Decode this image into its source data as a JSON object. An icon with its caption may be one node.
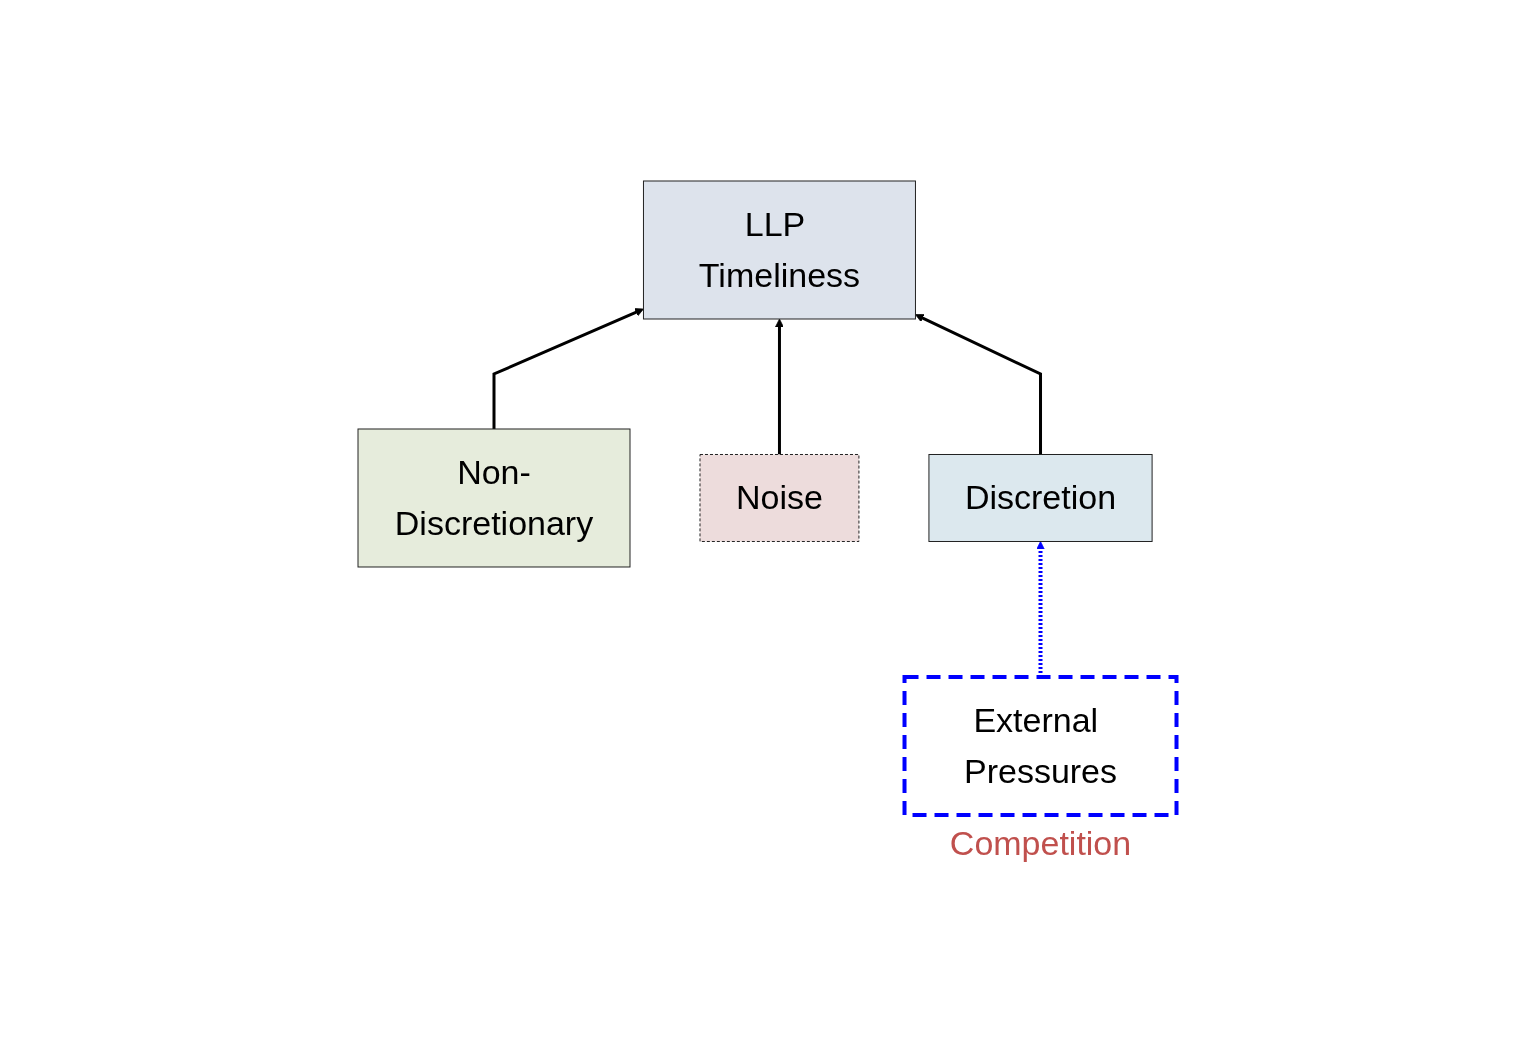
{
  "diagram": {
    "nodes": [
      {
        "text": [
          "LLP Timeliness"
        ]
      },
      {
        "text": [
          "Non-Discretionary"
        ]
      },
      {
        "text": [
          "Noise"
        ]
      },
      {
        "text": [
          "Discretion"
        ]
      },
      {
        "text": [
          "External Pressures"
        ],
        "beside": [
          "Competition"
        ]
      }
    ],
    "edges": [
      {
        "from": 1,
        "to": 0,
        "arrow": "to"
      },
      {
        "from": 2,
        "to": 0,
        "arrow": "to"
      },
      {
        "from": 3,
        "to": 0,
        "arrow": "to"
      },
      {
        "from": 4,
        "to": 3,
        "arrow": "to",
        "style": "dashed",
        "color": "#0000ff"
      }
    ]
  }
}
